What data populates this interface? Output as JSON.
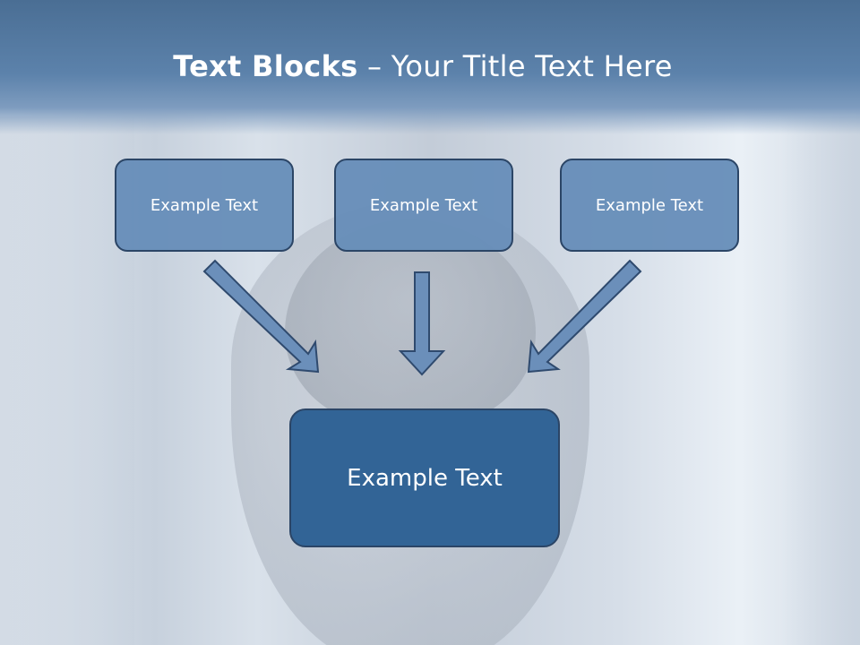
{
  "header": {
    "title_bold": "Text Blocks",
    "title_rest": " – Your Title Text Here"
  },
  "diagram": {
    "source_boxes": [
      {
        "label": "Example Text"
      },
      {
        "label": "Example Text"
      },
      {
        "label": "Example Text"
      }
    ],
    "target_box": {
      "label": "Example Text"
    }
  },
  "colors": {
    "header": "#5c82ab",
    "small_box_fill": "#668db8",
    "main_box_fill": "#326496",
    "box_border": "#2b4566",
    "arrow_fill": "#6b8fba"
  }
}
